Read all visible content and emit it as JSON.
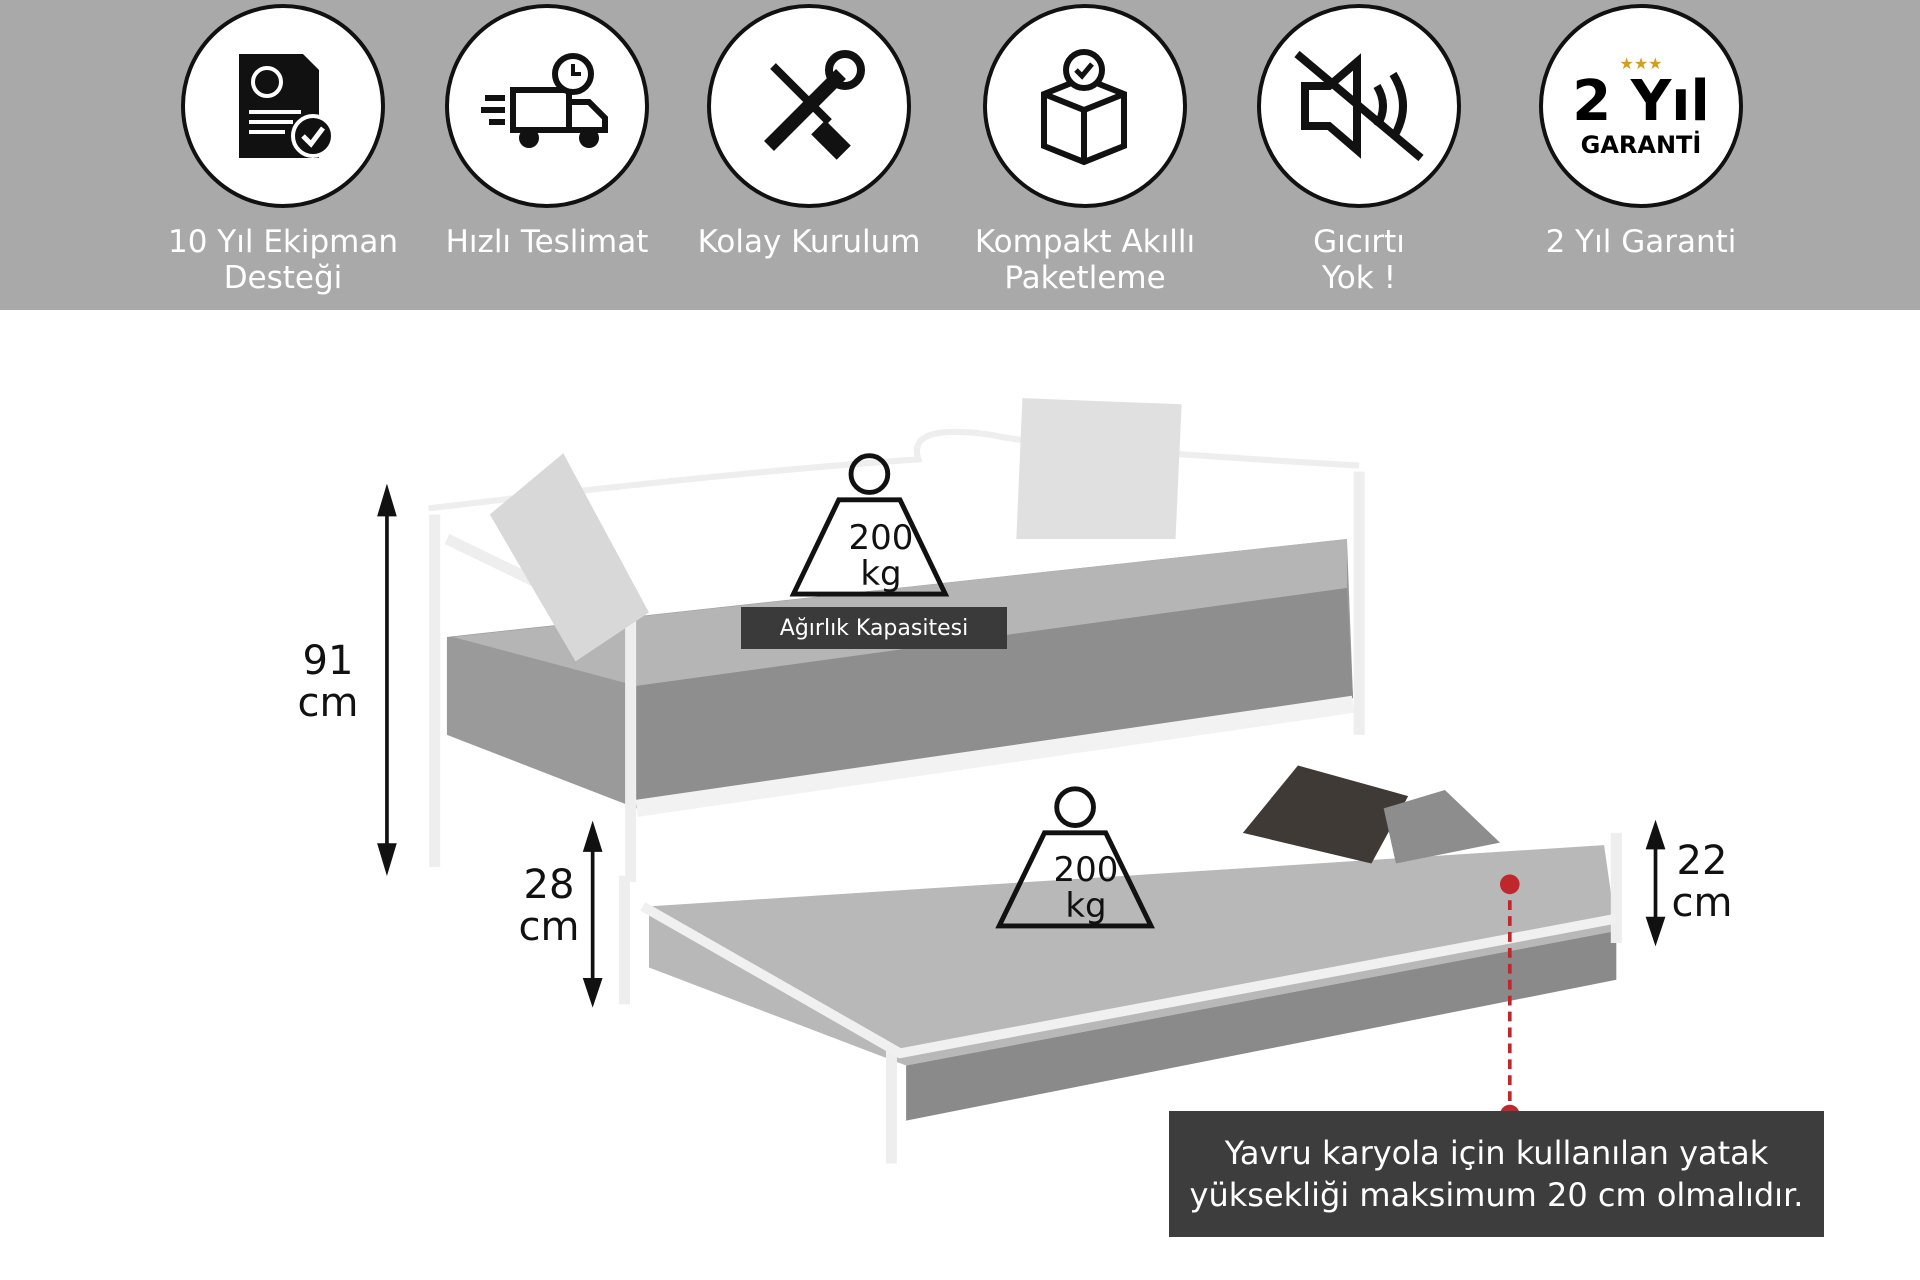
{
  "features": [
    {
      "label1": "10 Yıl Ekipman",
      "label2": "Desteği",
      "icon": "certificate-icon"
    },
    {
      "label1": "Hızlı Teslimat",
      "label2": "",
      "icon": "delivery-truck-icon"
    },
    {
      "label1": "Kolay  Kurulum",
      "label2": "",
      "icon": "tools-icon"
    },
    {
      "label1": "Kompakt Akıllı",
      "label2": "Paketleme",
      "icon": "box-icon"
    },
    {
      "label1": "Gıcırtı",
      "label2": "Yok !",
      "icon": "mute-icon"
    },
    {
      "label1": "2 Yıl Garanti",
      "label2": "",
      "icon": "warranty-icon"
    }
  ],
  "warranty_badge": {
    "big": "2 Yıl",
    "small": "GARANTİ"
  },
  "dimensions": {
    "height_total": [
      "91",
      "cm"
    ],
    "trundle_gap": [
      "28",
      "cm"
    ],
    "trundle_height": [
      "22",
      "cm"
    ]
  },
  "weight": {
    "top_value": "200",
    "top_unit": "kg",
    "bottom_value": "200",
    "bottom_unit": "kg",
    "caption": "Ağırlık Kapasitesi"
  },
  "note": {
    "line1": "Yavru karyola için kullanılan yatak",
    "line2": "yüksekliği maksimum 20 cm olmalıdır."
  },
  "colors": {
    "banner": "#a9a9a9",
    "note_bg": "#3d3d3d",
    "marker": "#c0272d"
  }
}
